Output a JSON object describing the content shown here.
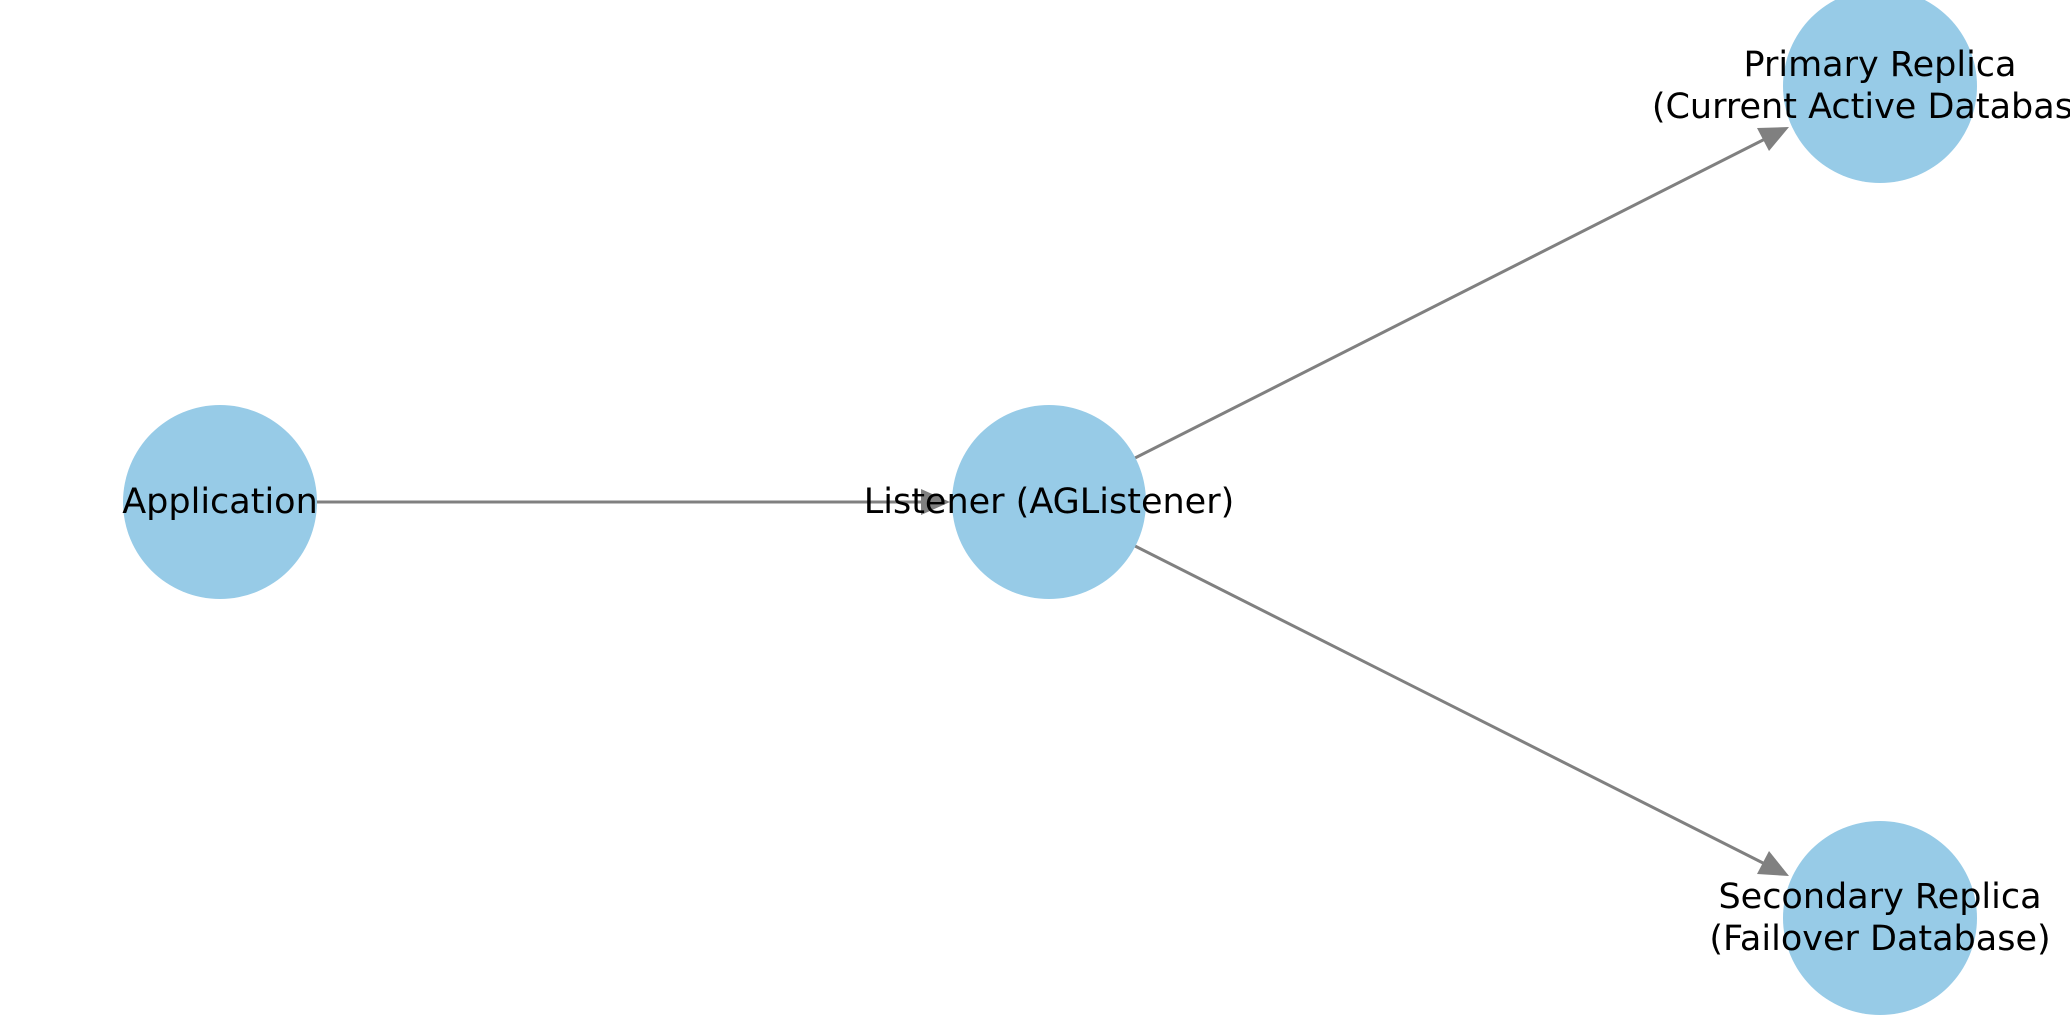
{
  "diagram": {
    "node_color": "#97cbe7",
    "edge_color": "#808080",
    "label_color": "#000000",
    "nodes": {
      "application": {
        "label": "Application"
      },
      "listener": {
        "label": "Listener (AGListener)"
      },
      "primary": {
        "label_line1": "Primary Replica",
        "label_line2": "(Current Active Database)"
      },
      "secondary": {
        "label_line1": "Secondary Replica",
        "label_line2": "(Failover Database)"
      }
    },
    "edges": [
      {
        "from": "Application",
        "to": "Listener (AGListener)"
      },
      {
        "from": "Listener (AGListener)",
        "to": "Primary Replica"
      },
      {
        "from": "Listener (AGListener)",
        "to": "Secondary Replica"
      }
    ]
  }
}
